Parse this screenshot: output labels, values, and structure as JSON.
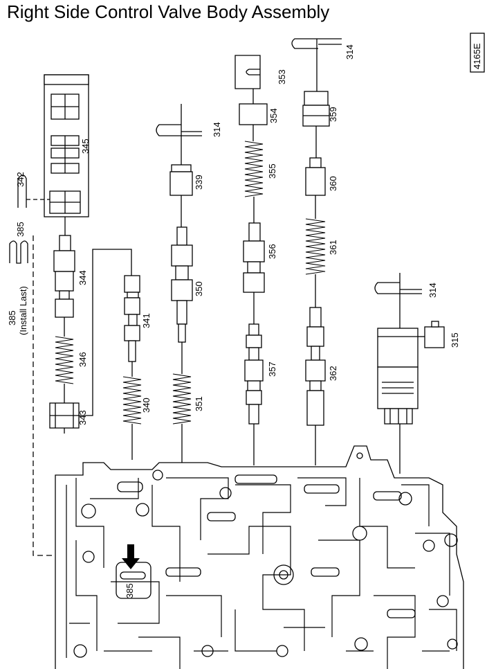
{
  "title": "Right Side Control Valve Body Assembly",
  "figure_code": "4165E",
  "callouts": {
    "p314a": "314",
    "p314b": "314",
    "p314c": "314",
    "p315": "315",
    "p339": "339",
    "p340": "340",
    "p341": "341",
    "p342": "342",
    "p343": "343",
    "p344": "344",
    "p345": "345",
    "p346": "346",
    "p350": "350",
    "p351": "351",
    "p353": "353",
    "p354": "354",
    "p355": "355",
    "p356": "356",
    "p357": "357",
    "p359": "359",
    "p360": "360",
    "p361": "361",
    "p362": "362",
    "p385a": "385",
    "p385b": "385",
    "p385c": "385",
    "install_last": "(Install Last)"
  }
}
